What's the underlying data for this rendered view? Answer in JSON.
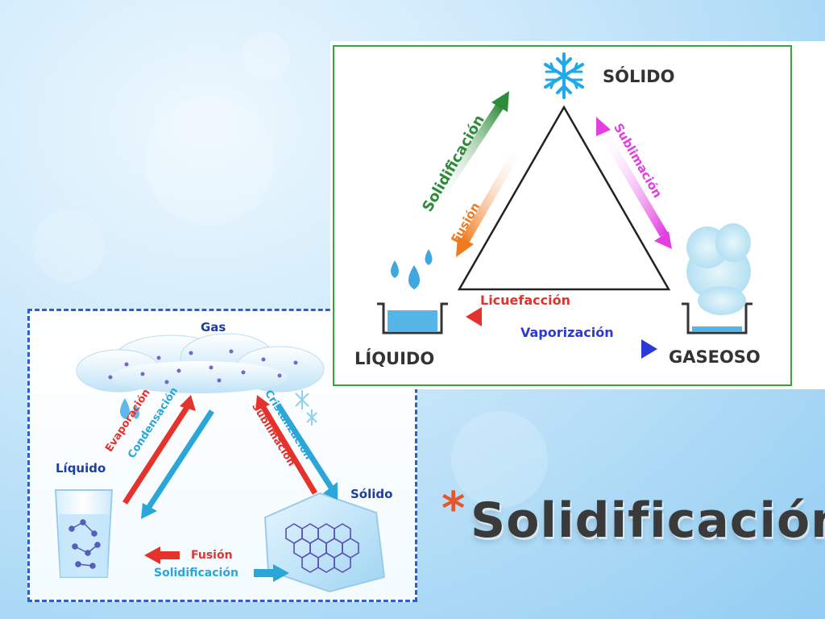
{
  "title": {
    "bullet": "*",
    "text": "Solidificación"
  },
  "panel_a": {
    "state_gas": "Gas",
    "state_liquid": "Líquido",
    "state_solid": "Sólido",
    "evaporation": "Evaporación",
    "condensation": "Condensación",
    "crystallization": "Cristalización",
    "sublimation": "Sublimación",
    "fusion": "Fusión",
    "solidification": "Solidificación"
  },
  "panel_b": {
    "state_solid": "SÓLIDO",
    "state_liquid": "LÍQUIDO",
    "state_gas": "GASEOSO",
    "solidification": "Solidificación",
    "fusion": "Fusión",
    "sublimation": "Sublimación",
    "liquefaction": "Licuefacción",
    "vaporization": "Vaporización"
  },
  "colors": {
    "green": "#2e8b3a",
    "orange": "#f07a1e",
    "magenta": "#e23ee0",
    "red": "#e5322d",
    "blue": "#2b3ad6",
    "light_blue": "#2aa6d8",
    "cyan": "#29a9e0"
  },
  "icons": [
    "snowflake-icon",
    "water-drops-icon",
    "steam-cloud-icon",
    "container-icon",
    "glass-of-water-icon",
    "ice-block-icon",
    "cloud-icon"
  ]
}
